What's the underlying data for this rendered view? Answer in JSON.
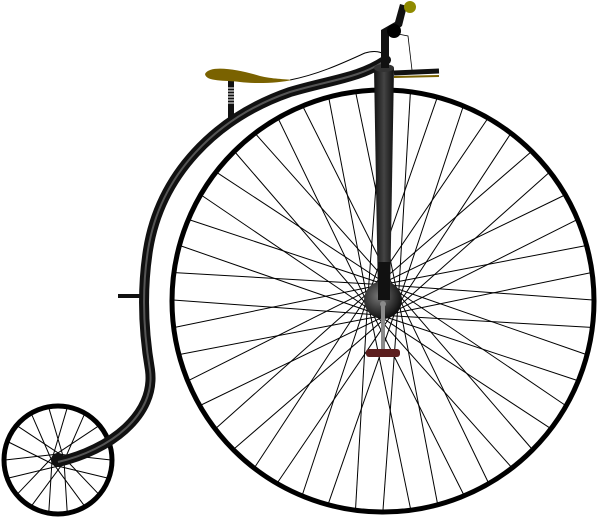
{
  "image": {
    "subject": "penny-farthing-bicycle",
    "colors": {
      "frame": "#1a1a1a",
      "seat": "#7a6200",
      "pedal": "#5c1e1e",
      "handle_knob": "#8f8a00",
      "crank": "#8a8a8a",
      "background": "#ffffff"
    },
    "big_wheel": {
      "spokes": 48
    },
    "small_wheel": {
      "spokes": 18
    }
  }
}
